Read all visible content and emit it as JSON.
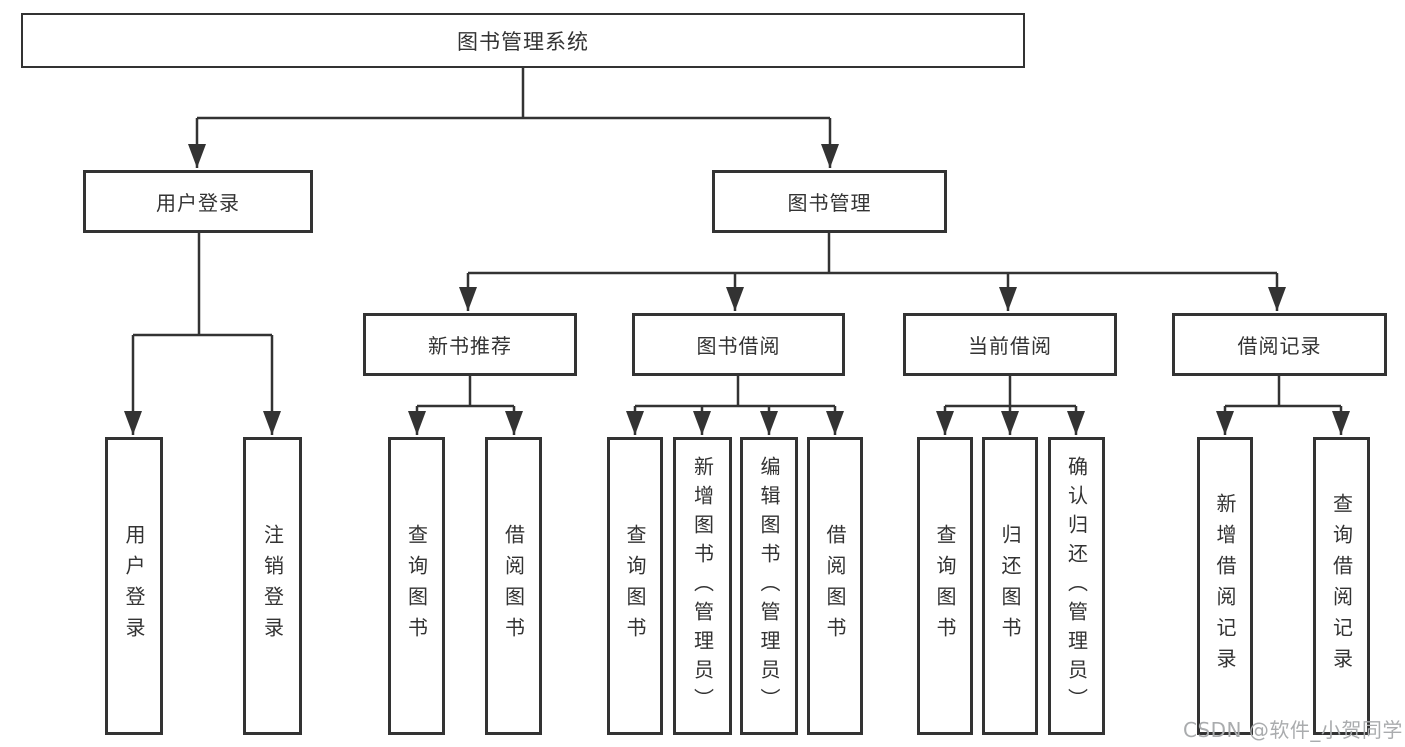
{
  "tree": {
    "root": "图书管理系统",
    "children": [
      {
        "label": "用户登录",
        "children": [
          "用户登录",
          "注销登录"
        ]
      },
      {
        "label": "图书管理",
        "children": [
          {
            "label": "新书推荐",
            "children": [
              "查询图书",
              "借阅图书"
            ]
          },
          {
            "label": "图书借阅",
            "children": [
              "查询图书",
              "新增图书（管理员）",
              "编辑图书（管理员）",
              "借阅图书"
            ]
          },
          {
            "label": "当前借阅",
            "children": [
              "查询图书",
              "归还图书",
              "确认归还（管理员）"
            ]
          },
          {
            "label": "借阅记录",
            "children": [
              "新增借阅记录",
              "查询借阅记录"
            ]
          }
        ]
      }
    ]
  },
  "colors": {
    "line": "#333333",
    "text": "#333333",
    "watermark": "#aaacae"
  },
  "watermark": "CSDN @软件_小贺同学"
}
